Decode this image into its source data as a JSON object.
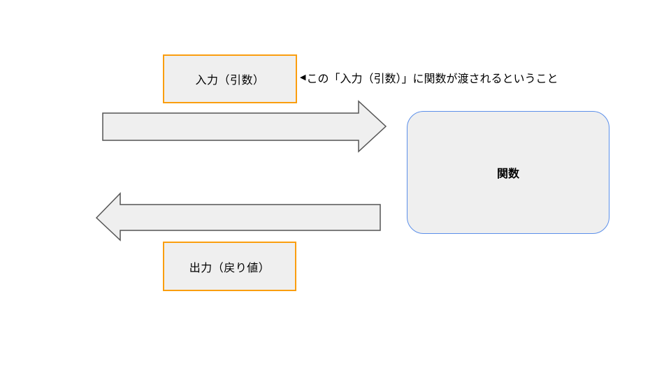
{
  "diagram": {
    "input_box": {
      "label": "入力（引数）"
    },
    "annotation": {
      "marker": "◀",
      "text": "この「入力（引数）」に関数が渡されるということ"
    },
    "function_box": {
      "label": "関数"
    },
    "output_box": {
      "label": "出力（戻り値）"
    },
    "arrows": {
      "right_arrow": "input-to-function",
      "left_arrow": "function-to-output"
    },
    "colors": {
      "background": "#FFFFFF",
      "box_fill": "#EFEFEF",
      "io_box_border": "#FA9E0F",
      "function_box_border": "#5B8FEA",
      "arrow_fill": "#EFEFEF",
      "arrow_stroke": "#555555",
      "text": "#000000"
    }
  }
}
